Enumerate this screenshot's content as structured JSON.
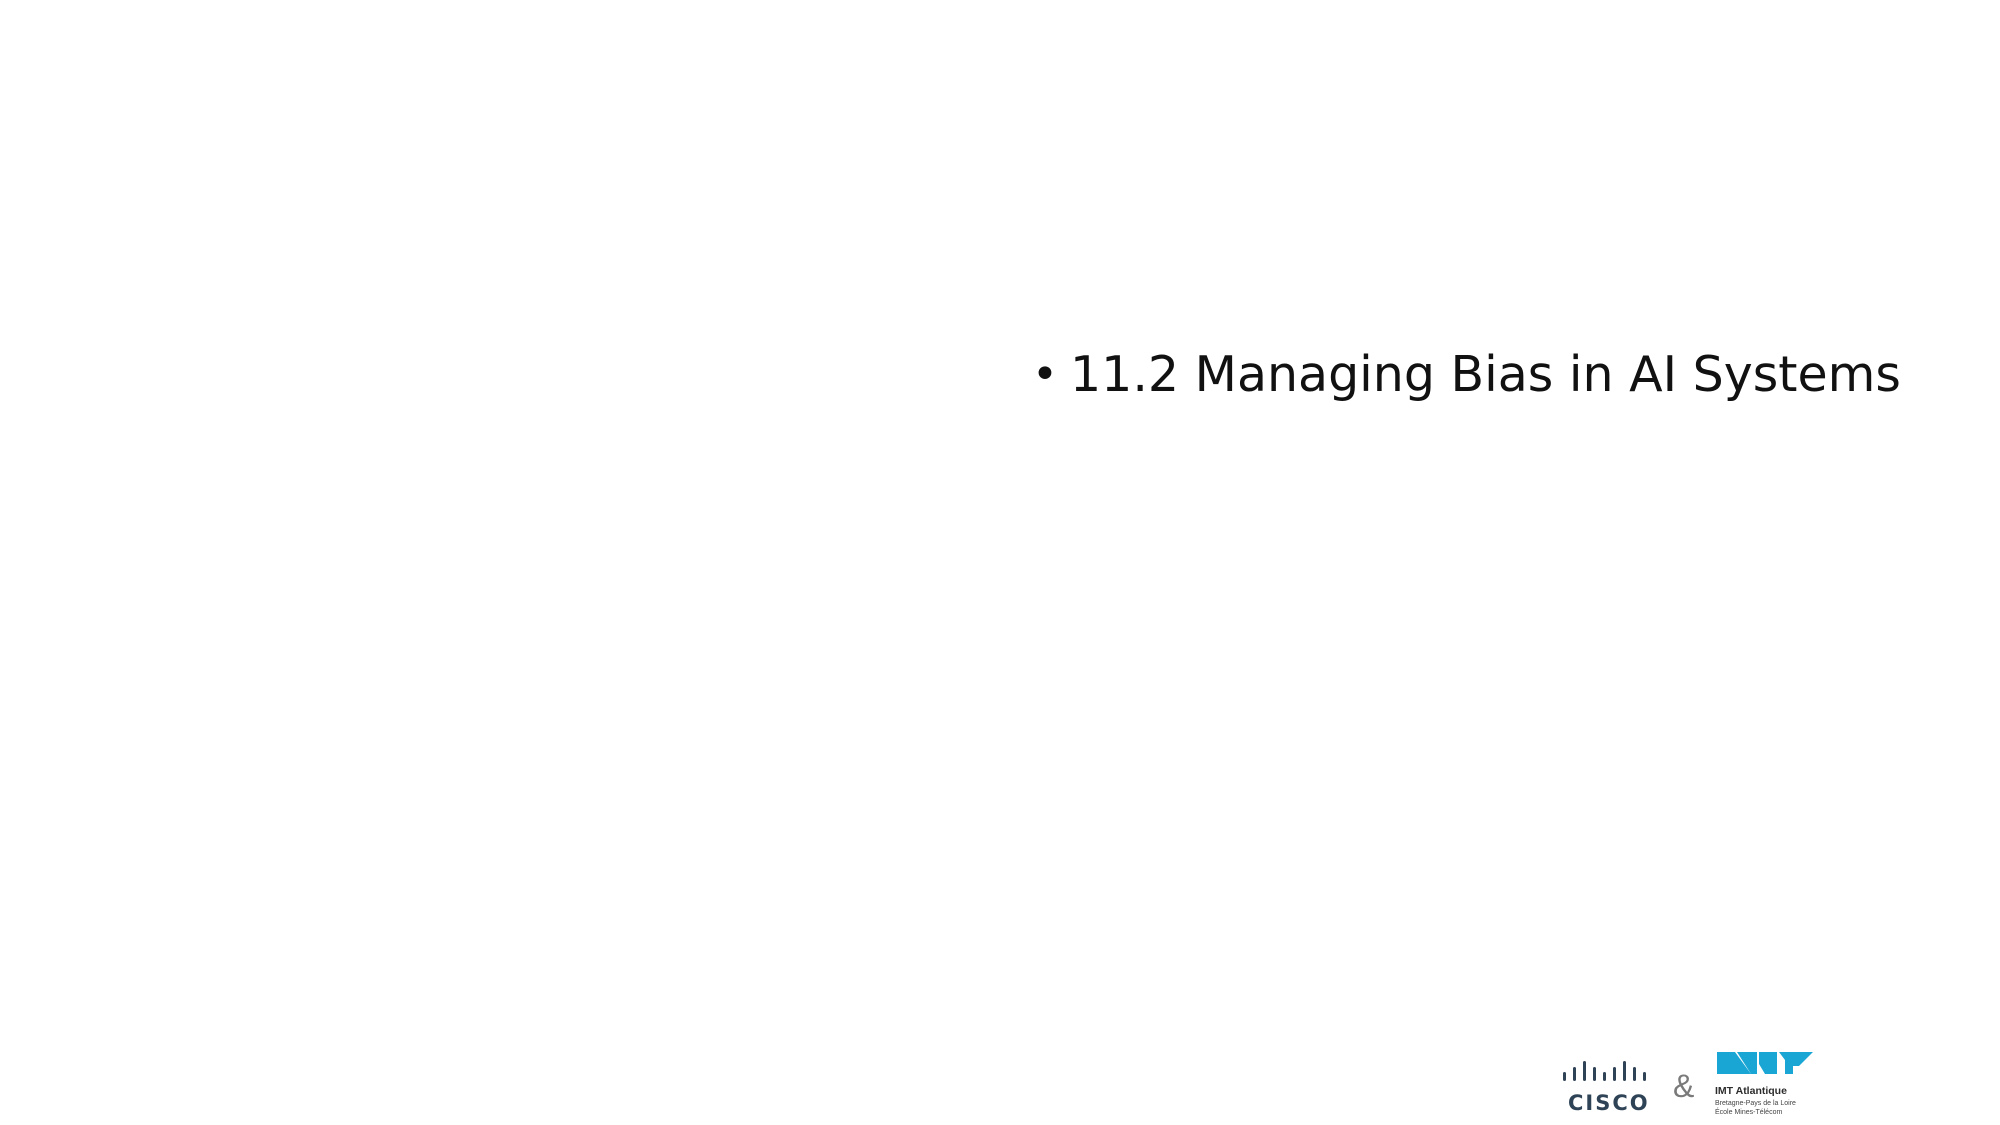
{
  "slide": {
    "bullets": [
      "11.2 Managing Bias in AI Systems"
    ],
    "bullet_symbol": "•"
  },
  "footer": {
    "cisco_logo_text": "CISCO",
    "separator": "&",
    "imt_logo": {
      "name": "IMT Atlantique",
      "line1": "Bretagne-Pays de la Loire",
      "line2": "École Mines-Télécom"
    }
  },
  "colors": {
    "background": "#ffffff",
    "text": "#111111",
    "cisco_blue": "#2f4357",
    "imt_cyan": "#1aa6d4"
  }
}
